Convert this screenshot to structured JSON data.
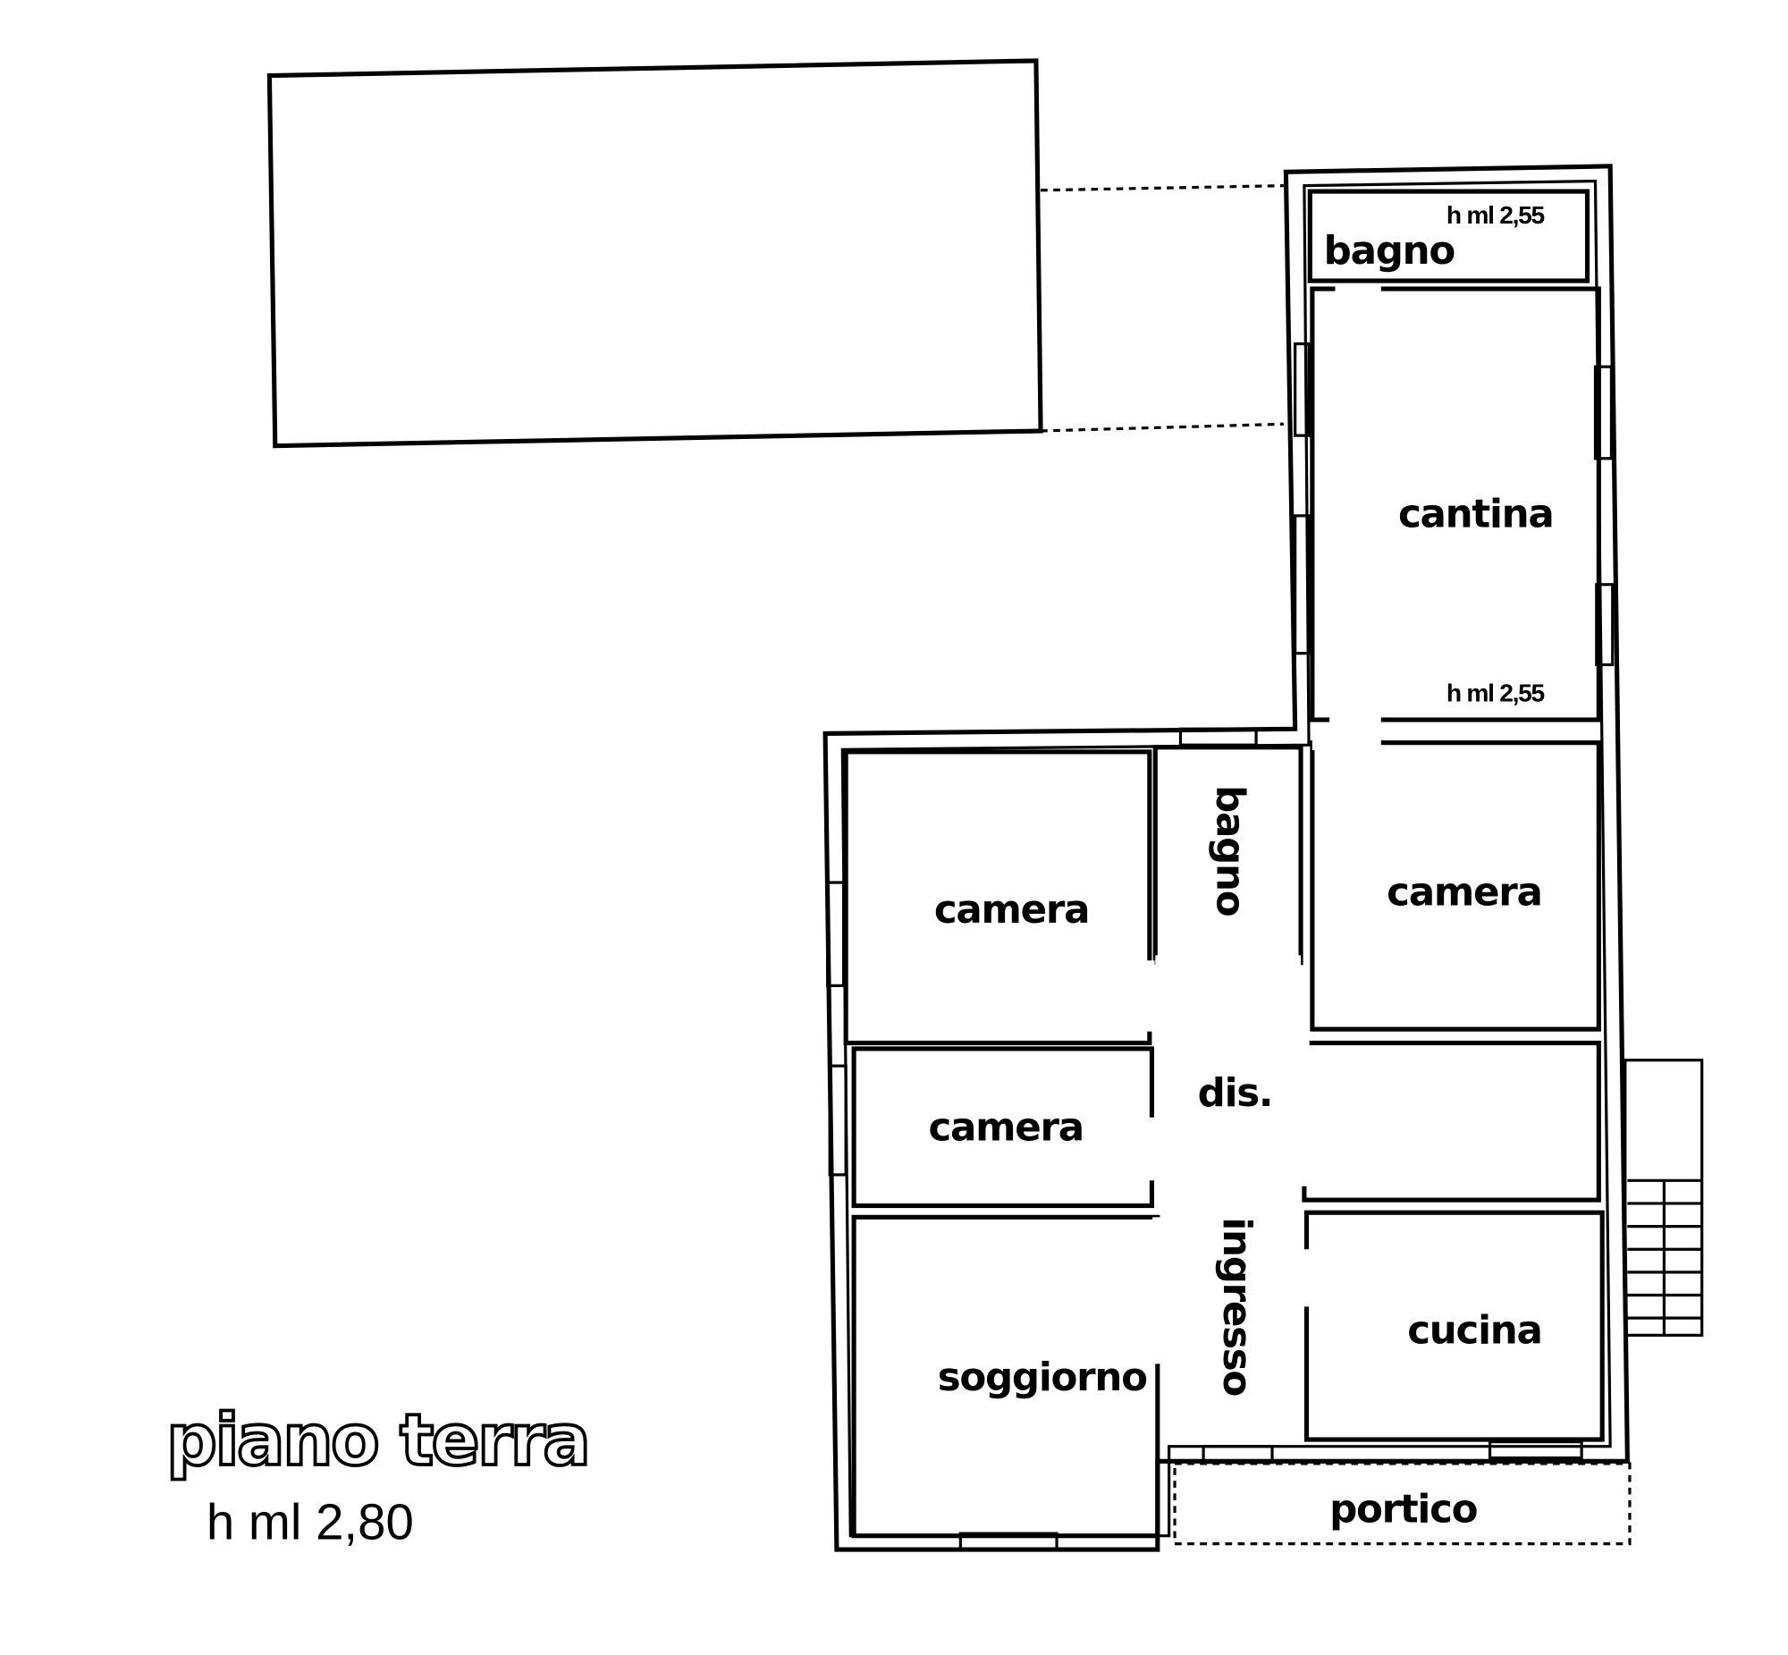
{
  "plan": {
    "title": "piano terra",
    "height_note": "h ml 2,80",
    "rooms": {
      "bagno_upper": "bagno",
      "bagno_upper_height": "h ml 2,55",
      "cantina": "cantina",
      "cantina_height": "h ml 2,55",
      "camera_left": "camera",
      "bagno_middle": "bagno",
      "camera_right": "camera",
      "dis": "dis.",
      "camera_small": "camera",
      "ingresso": "ingresso",
      "cucina": "cucina",
      "soggiorno": "soggiorno",
      "portico": "portico"
    }
  }
}
